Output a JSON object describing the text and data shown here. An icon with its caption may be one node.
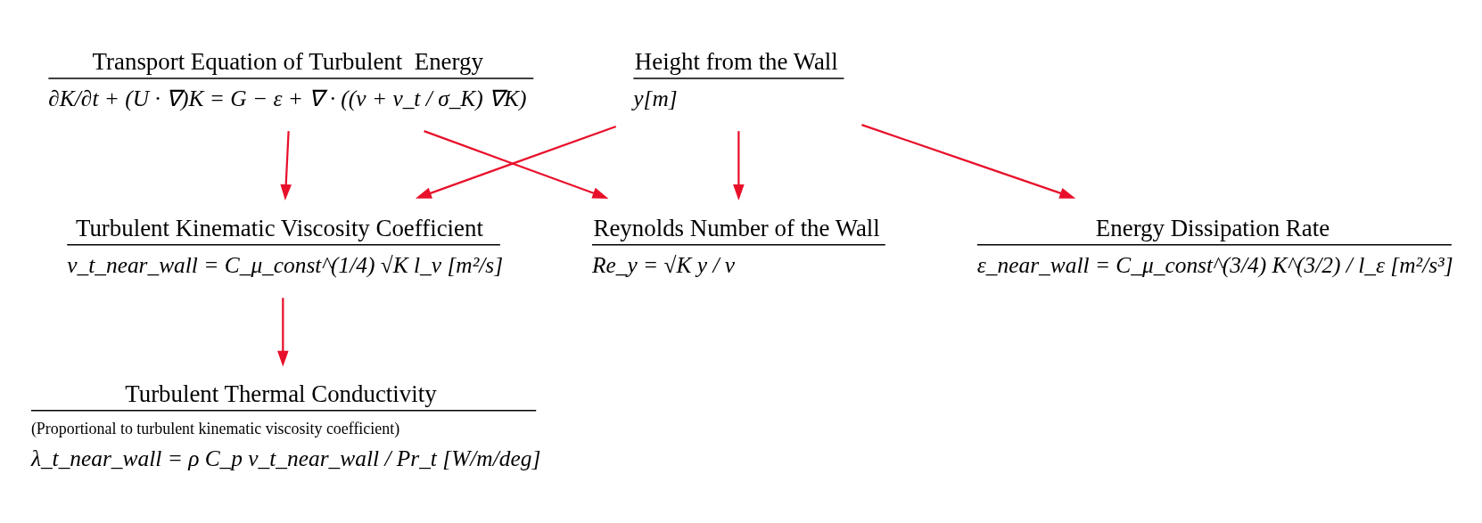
{
  "diagram": {
    "nodes": [
      {
        "text": [
          "Reynolds Number of the Wall",
          "Re_y = √K y / ν"
        ]
      },
      {
        "text": [
          "Height from the Wall",
          "y[m]"
        ]
      },
      {
        "text": [
          "Transport Equation of Turbulent  Energy",
          "∂K/∂t + (U · ∇)K = G − ε + ∇ · ((ν + ν_t / σ_K) ∇K)"
        ]
      },
      {
        "text": [
          "Turbulent Kinematic Viscosity Coefficient",
          "ν_t_near_wall = C_μ_const^(1/4) √K l_ν [m²/s]"
        ]
      },
      {
        "text": [
          "Turbulent Thermal Conductivity",
          "(Proportional to turbulent kinematic viscosity coefficient)",
          "λ_t_near_wall = ρ C_p ν_t_near_wall / Pr_t [W/m/deg]"
        ]
      },
      {
        "text": [
          "Energy Dissipation Rate",
          "ε_near_wall = C_μ_const^(3/4) K^(3/2) / l_ε [m²/s³]"
        ]
      }
    ],
    "edges": [
      {
        "from": 1,
        "to": 0,
        "arrow": "to"
      },
      {
        "from": 1,
        "to": 3,
        "arrow": "to"
      },
      {
        "from": 2,
        "to": 0,
        "arrow": "to"
      },
      {
        "from": 2,
        "to": 3,
        "arrow": "to"
      },
      {
        "from": 1,
        "to": 5,
        "arrow": "to"
      },
      {
        "from": 3,
        "to": 4,
        "arrow": "to"
      }
    ]
  }
}
